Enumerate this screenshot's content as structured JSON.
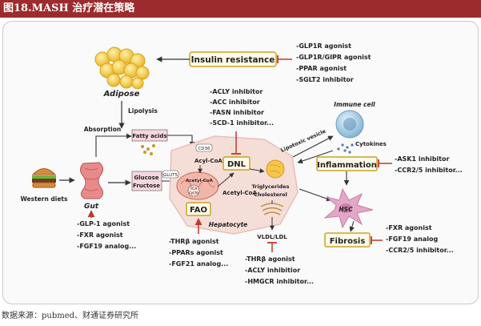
{
  "title": "图18.MASH 治疗潜在策略",
  "source": "数据来源：pubmed、财通证券研究所",
  "nodes": {
    "insulin_resistance": "Insulin resistance",
    "adipose": "Adipose",
    "lipolysis": "Lipolysis",
    "absorption": "Absorption",
    "fatty_acids": "Fatty acids",
    "western_diets": "Western diets",
    "gut": "Gut",
    "glucose": "Glucose",
    "fructose": "Fructose",
    "glut5": "GLUT5",
    "cd36": "CD36",
    "acyl_coa": "Acyl-CoA",
    "acyl_coa_inner": "Acetyl-CoA",
    "tca": "TCA",
    "cycle": "cycle",
    "acetyl_coa": "Acetyl-CoA",
    "dnl": "DNL",
    "fao": "FAO",
    "hepatocyte": "Hepatocyte",
    "triglycerides": "Triglycerides",
    "cholesterol": "Cholesterol",
    "vldl": "VLDL/LDL",
    "immune_cell": "Immune cell",
    "lipotoxic_vesicle": "Lipotoxic vesicle",
    "cytokines": "Cytokines",
    "inflammation": "Inflammation",
    "hsc": "HSC",
    "fibrosis": "Fibrosis"
  },
  "drug_lists": {
    "insulin": [
      "-GLP1R agonist",
      "-GLP1R/GIPR agonist",
      "-PPAR agonist",
      "-SGLT2 inhibitor"
    ],
    "dnl": [
      "-ACLY inhibitor",
      "-ACC inhibitor",
      "-FASN inhibitor",
      "-SCD-1 inhibitor..."
    ],
    "inflammation": [
      "-ASK1 inhibitor",
      "-CCR2/5 inhibitor..."
    ],
    "gut": [
      "-GLP-1 agonist",
      "-FXR agonist",
      "-FGF19 analog..."
    ],
    "fao": [
      "-THRβ agonist",
      "-PPARs agonist",
      "-FGF21 analog..."
    ],
    "vldl": [
      "-THRβ agonist",
      "-ACLY inhibitior",
      "-HMGCR inhibitor..."
    ],
    "fibrosis": [
      "-FXR agonist",
      "-FGF19 analog",
      "-CCR2/5 inhibitor..."
    ]
  },
  "colors": {
    "title_bar": "#9c2b2e",
    "label_box_border": "#c9a227",
    "label_box_fill": "#fffbe8",
    "inhibit": "#c0392b",
    "arrow": "#333333",
    "adipose": "#f4c430",
    "hepatocyte_fill": "#f6ded8",
    "immune_cell": "#9cc3dd",
    "hsc": "#e3a7c7",
    "fatty_acids_box": "#f7d7df"
  }
}
